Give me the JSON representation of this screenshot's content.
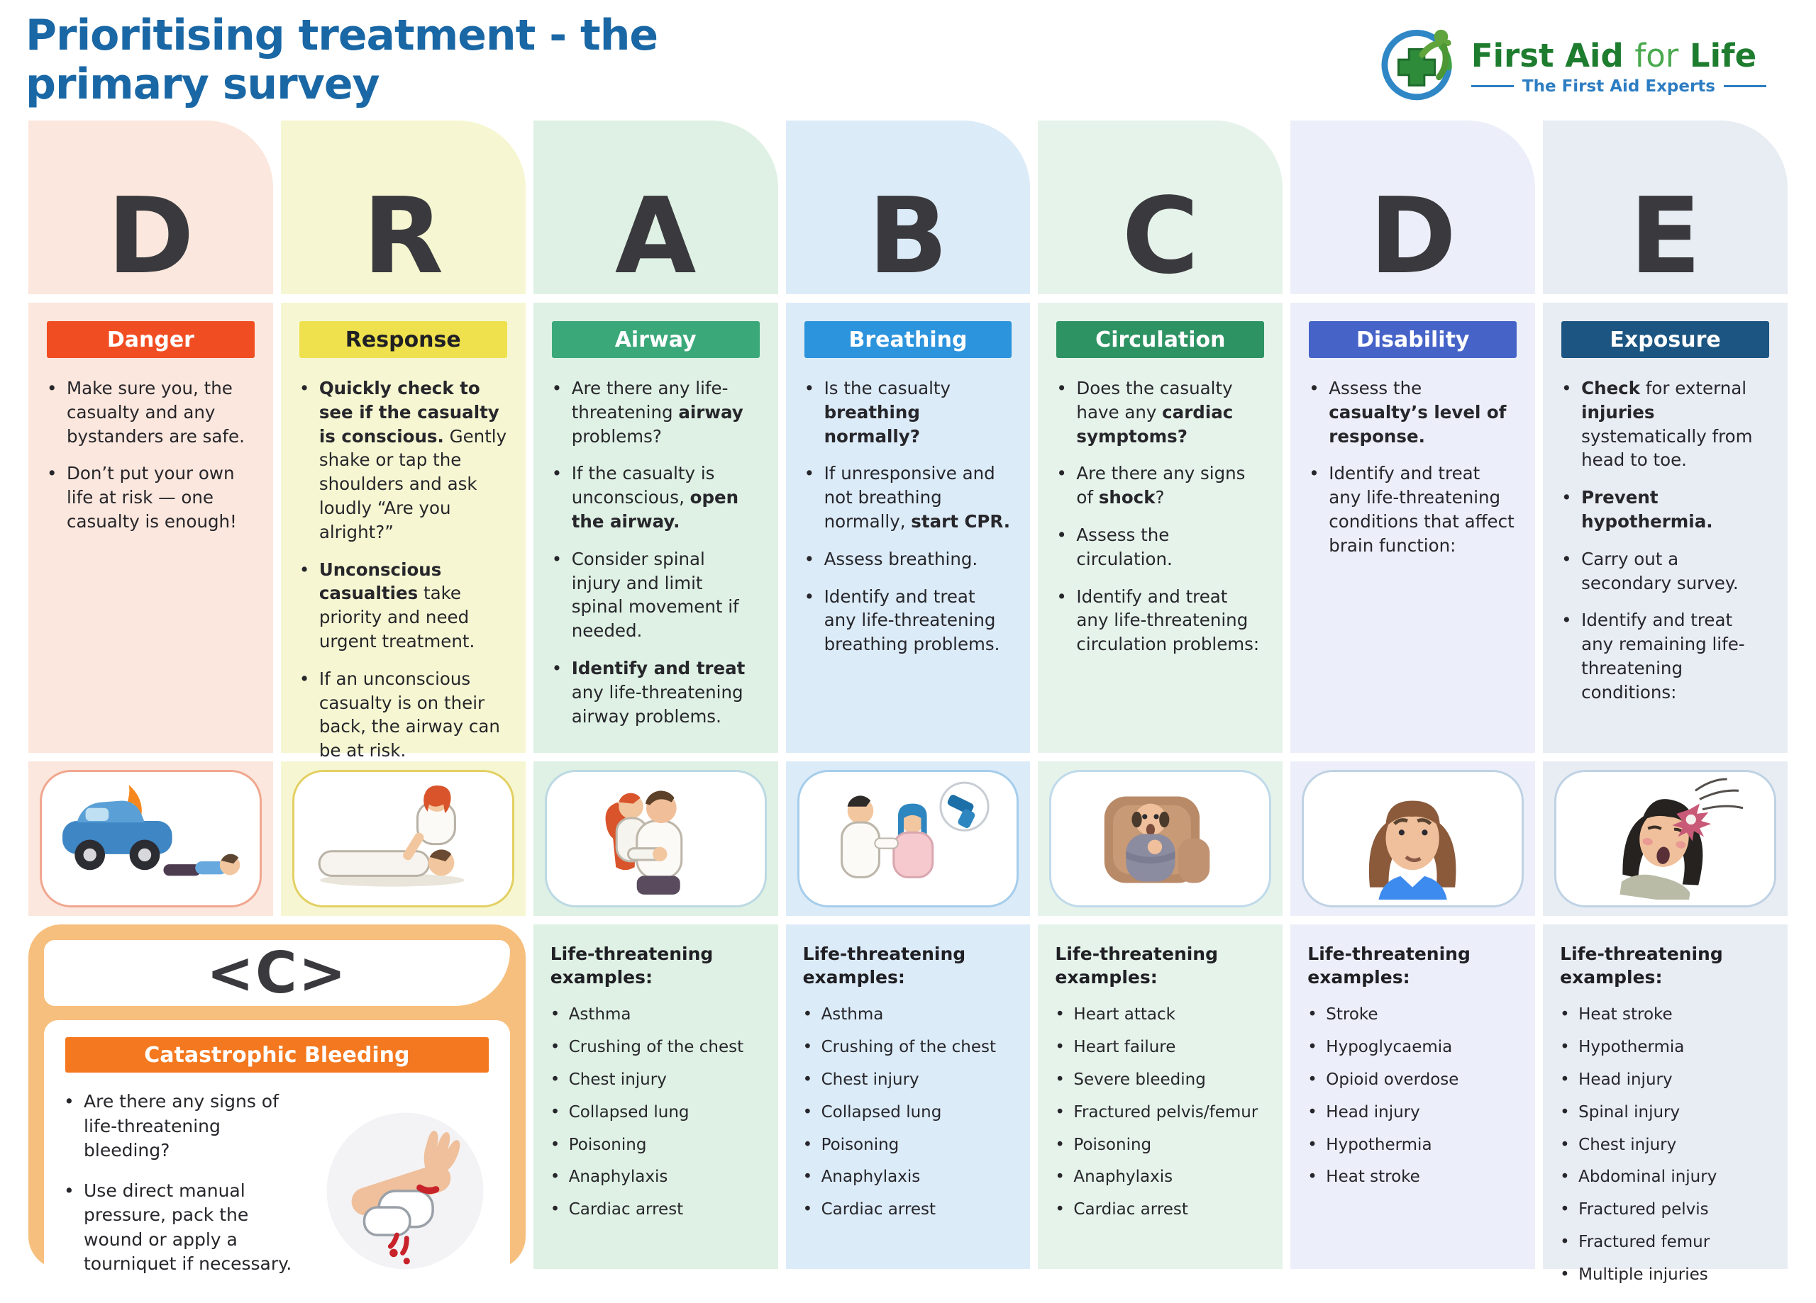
{
  "header": {
    "title_line1": "Prioritising treatment - the",
    "title_line2": "primary survey"
  },
  "logo": {
    "brand_first": "First Aid",
    "brand_mid": "for",
    "brand_last": "Life",
    "tagline": "The First Aid Experts",
    "green": "#1E7C2F",
    "blue": "#2D7DC2"
  },
  "examples_heading": "Life-threatening examples:",
  "letter_color": "#3A3A3E",
  "columns": [
    {
      "id": "danger",
      "letter": "D",
      "title": "Danger",
      "bg": "#FBE7DD",
      "band_bg": "#F14D22",
      "band_text": "#FFFFFF",
      "illus_border": "#F0A78F",
      "illustration": "burning-car-casualty-illustration",
      "bullets": [
        [
          {
            "t": "Make sure you, the casualty and any bystanders are safe.",
            "b": false
          }
        ],
        [
          {
            "t": "Don’t put your own life at risk — one casualty is enough!",
            "b": false
          }
        ]
      ],
      "examples": null
    },
    {
      "id": "response",
      "letter": "R",
      "title": "Response",
      "bg": "#F6F7D2",
      "band_bg": "#EFE14D",
      "band_text": "#1F1F24",
      "illus_border": "#E3D063",
      "illustration": "responder-checking-casualty-illustration",
      "bullets": [
        [
          {
            "t": "Quickly check to see if the casualty is conscious.",
            "b": true
          },
          {
            "t": " Gently shake or tap the shoulders and ask loudly “Are you alright?”",
            "b": false
          }
        ],
        [
          {
            "t": "Unconscious casualties",
            "b": true
          },
          {
            "t": " take priority and need urgent treatment.",
            "b": false
          }
        ],
        [
          {
            "t": "If an unconscious casualty is on their back, the airway can be at risk.",
            "b": false
          }
        ]
      ],
      "examples": null
    },
    {
      "id": "airway",
      "letter": "A",
      "title": "Airway",
      "bg": "#DFF1E4",
      "band_bg": "#3BA87A",
      "band_text": "#FFFFFF",
      "illus_border": "#BCD9E3",
      "illustration": "abdominal-thrust-illustration",
      "bullets": [
        [
          {
            "t": "Are there any life-threatening ",
            "b": false
          },
          {
            "t": "airway",
            "b": true
          },
          {
            "t": " problems?",
            "b": false
          }
        ],
        [
          {
            "t": "If the casualty is unconscious, ",
            "b": false
          },
          {
            "t": "open the airway.",
            "b": true
          }
        ],
        [
          {
            "t": "Consider spinal injury and limit spinal movement if needed.",
            "b": false
          }
        ],
        [
          {
            "t": "Identify and treat",
            "b": true
          },
          {
            "t": " any life-threatening airway problems.",
            "b": false
          }
        ]
      ],
      "examples": [
        "Asthma",
        "Crushing of the chest",
        "Chest injury",
        "Collapsed lung",
        "Poisoning",
        "Anaphylaxis",
        "Cardiac arrest"
      ]
    },
    {
      "id": "breathing",
      "letter": "B",
      "title": "Breathing",
      "bg": "#DCEBF8",
      "band_bg": "#2C93DD",
      "band_text": "#FFFFFF",
      "illus_border": "#A5CDEB",
      "illustration": "asthma-inhaler-illustration",
      "bullets": [
        [
          {
            "t": "Is the casualty ",
            "b": false
          },
          {
            "t": "breathing normally?",
            "b": true
          }
        ],
        [
          {
            "t": "If unresponsive and not breathing normally, ",
            "b": false
          },
          {
            "t": "start CPR.",
            "b": true
          }
        ],
        [
          {
            "t": "Assess breathing.",
            "b": false
          }
        ],
        [
          {
            "t": "Identify and treat any life-threatening breathing problems.",
            "b": false
          }
        ]
      ],
      "examples": [
        "Asthma",
        "Crushing of the chest",
        "Chest injury",
        "Collapsed lung",
        "Poisoning",
        "Anaphylaxis",
        "Cardiac arrest"
      ]
    },
    {
      "id": "circulation",
      "letter": "C",
      "title": "Circulation",
      "bg": "#E6F3EB",
      "band_bg": "#2D9363",
      "band_text": "#FFFFFF",
      "illus_border": "#BFDAEA",
      "illustration": "chest-pain-man-illustration",
      "bullets": [
        [
          {
            "t": "Does the casualty have any ",
            "b": false
          },
          {
            "t": "cardiac symptoms?",
            "b": true
          }
        ],
        [
          {
            "t": "Are there any signs of ",
            "b": false
          },
          {
            "t": "shock",
            "b": true
          },
          {
            "t": "?",
            "b": false
          }
        ],
        [
          {
            "t": "Assess the circulation.",
            "b": false
          }
        ],
        [
          {
            "t": "Identify and treat any life-threatening circulation problems:",
            "b": false
          }
        ]
      ],
      "examples": [
        "Heart attack",
        "Heart failure",
        "Severe bleeding",
        "Fractured pelvis/femur",
        "Poisoning",
        "Anaphylaxis",
        "Cardiac arrest"
      ]
    },
    {
      "id": "disability",
      "letter": "D",
      "title": "Disability",
      "bg": "#ECEFF9",
      "band_bg": "#4663C8",
      "band_text": "#FFFFFF",
      "illus_border": "#BFD2E4",
      "illustration": "worried-woman-illustration",
      "bullets": [
        [
          {
            "t": "Assess the ",
            "b": false
          },
          {
            "t": "casualty’s level of response.",
            "b": true
          }
        ],
        [
          {
            "t": "Identify and treat any life-threatening conditions that affect brain function:",
            "b": false
          }
        ]
      ],
      "examples": [
        "Stroke",
        "Hypoglycaemia",
        "Opioid overdose",
        "Head injury",
        "Hypothermia",
        "Heat stroke"
      ]
    },
    {
      "id": "exposure",
      "letter": "E",
      "title": "Exposure",
      "bg": "#E8EDF3",
      "band_bg": "#1C5581",
      "band_text": "#FFFFFF",
      "illus_border": "#BFD2E4",
      "illustration": "head-injury-woman-illustration",
      "bullets": [
        [
          {
            "t": "Check",
            "b": true
          },
          {
            "t": " for external ",
            "b": false
          },
          {
            "t": "injuries",
            "b": true
          },
          {
            "t": " systematically from head to toe.",
            "b": false
          }
        ],
        [
          {
            "t": "Prevent hypothermia.",
            "b": true
          }
        ],
        [
          {
            "t": "Carry out a secondary survey.",
            "b": false
          }
        ],
        [
          {
            "t": "Identify and treat any remaining life-threatening conditions:",
            "b": false
          }
        ]
      ],
      "examples": [
        "Heat stroke",
        "Hypothermia",
        "Head injury",
        "Spinal injury",
        "Chest injury",
        "Abdominal injury",
        "Fractured pelvis",
        "Fractured femur",
        "Multiple injuries"
      ]
    }
  ],
  "catastrophic": {
    "letter": "<C>",
    "title": "Catastrophic Bleeding",
    "outer_bg": "#F7BF7D",
    "band_bg": "#F4781F",
    "band_text": "#FFFFFF",
    "illustration": "bleeding-wrist-pressure-illustration",
    "bullets": [
      [
        {
          "t": "Are there any signs of life-threatening bleeding?",
          "b": false
        }
      ],
      [
        {
          "t": "Use direct manual pressure, pack the wound or apply a tourniquet if necessary.",
          "b": false
        }
      ]
    ]
  }
}
